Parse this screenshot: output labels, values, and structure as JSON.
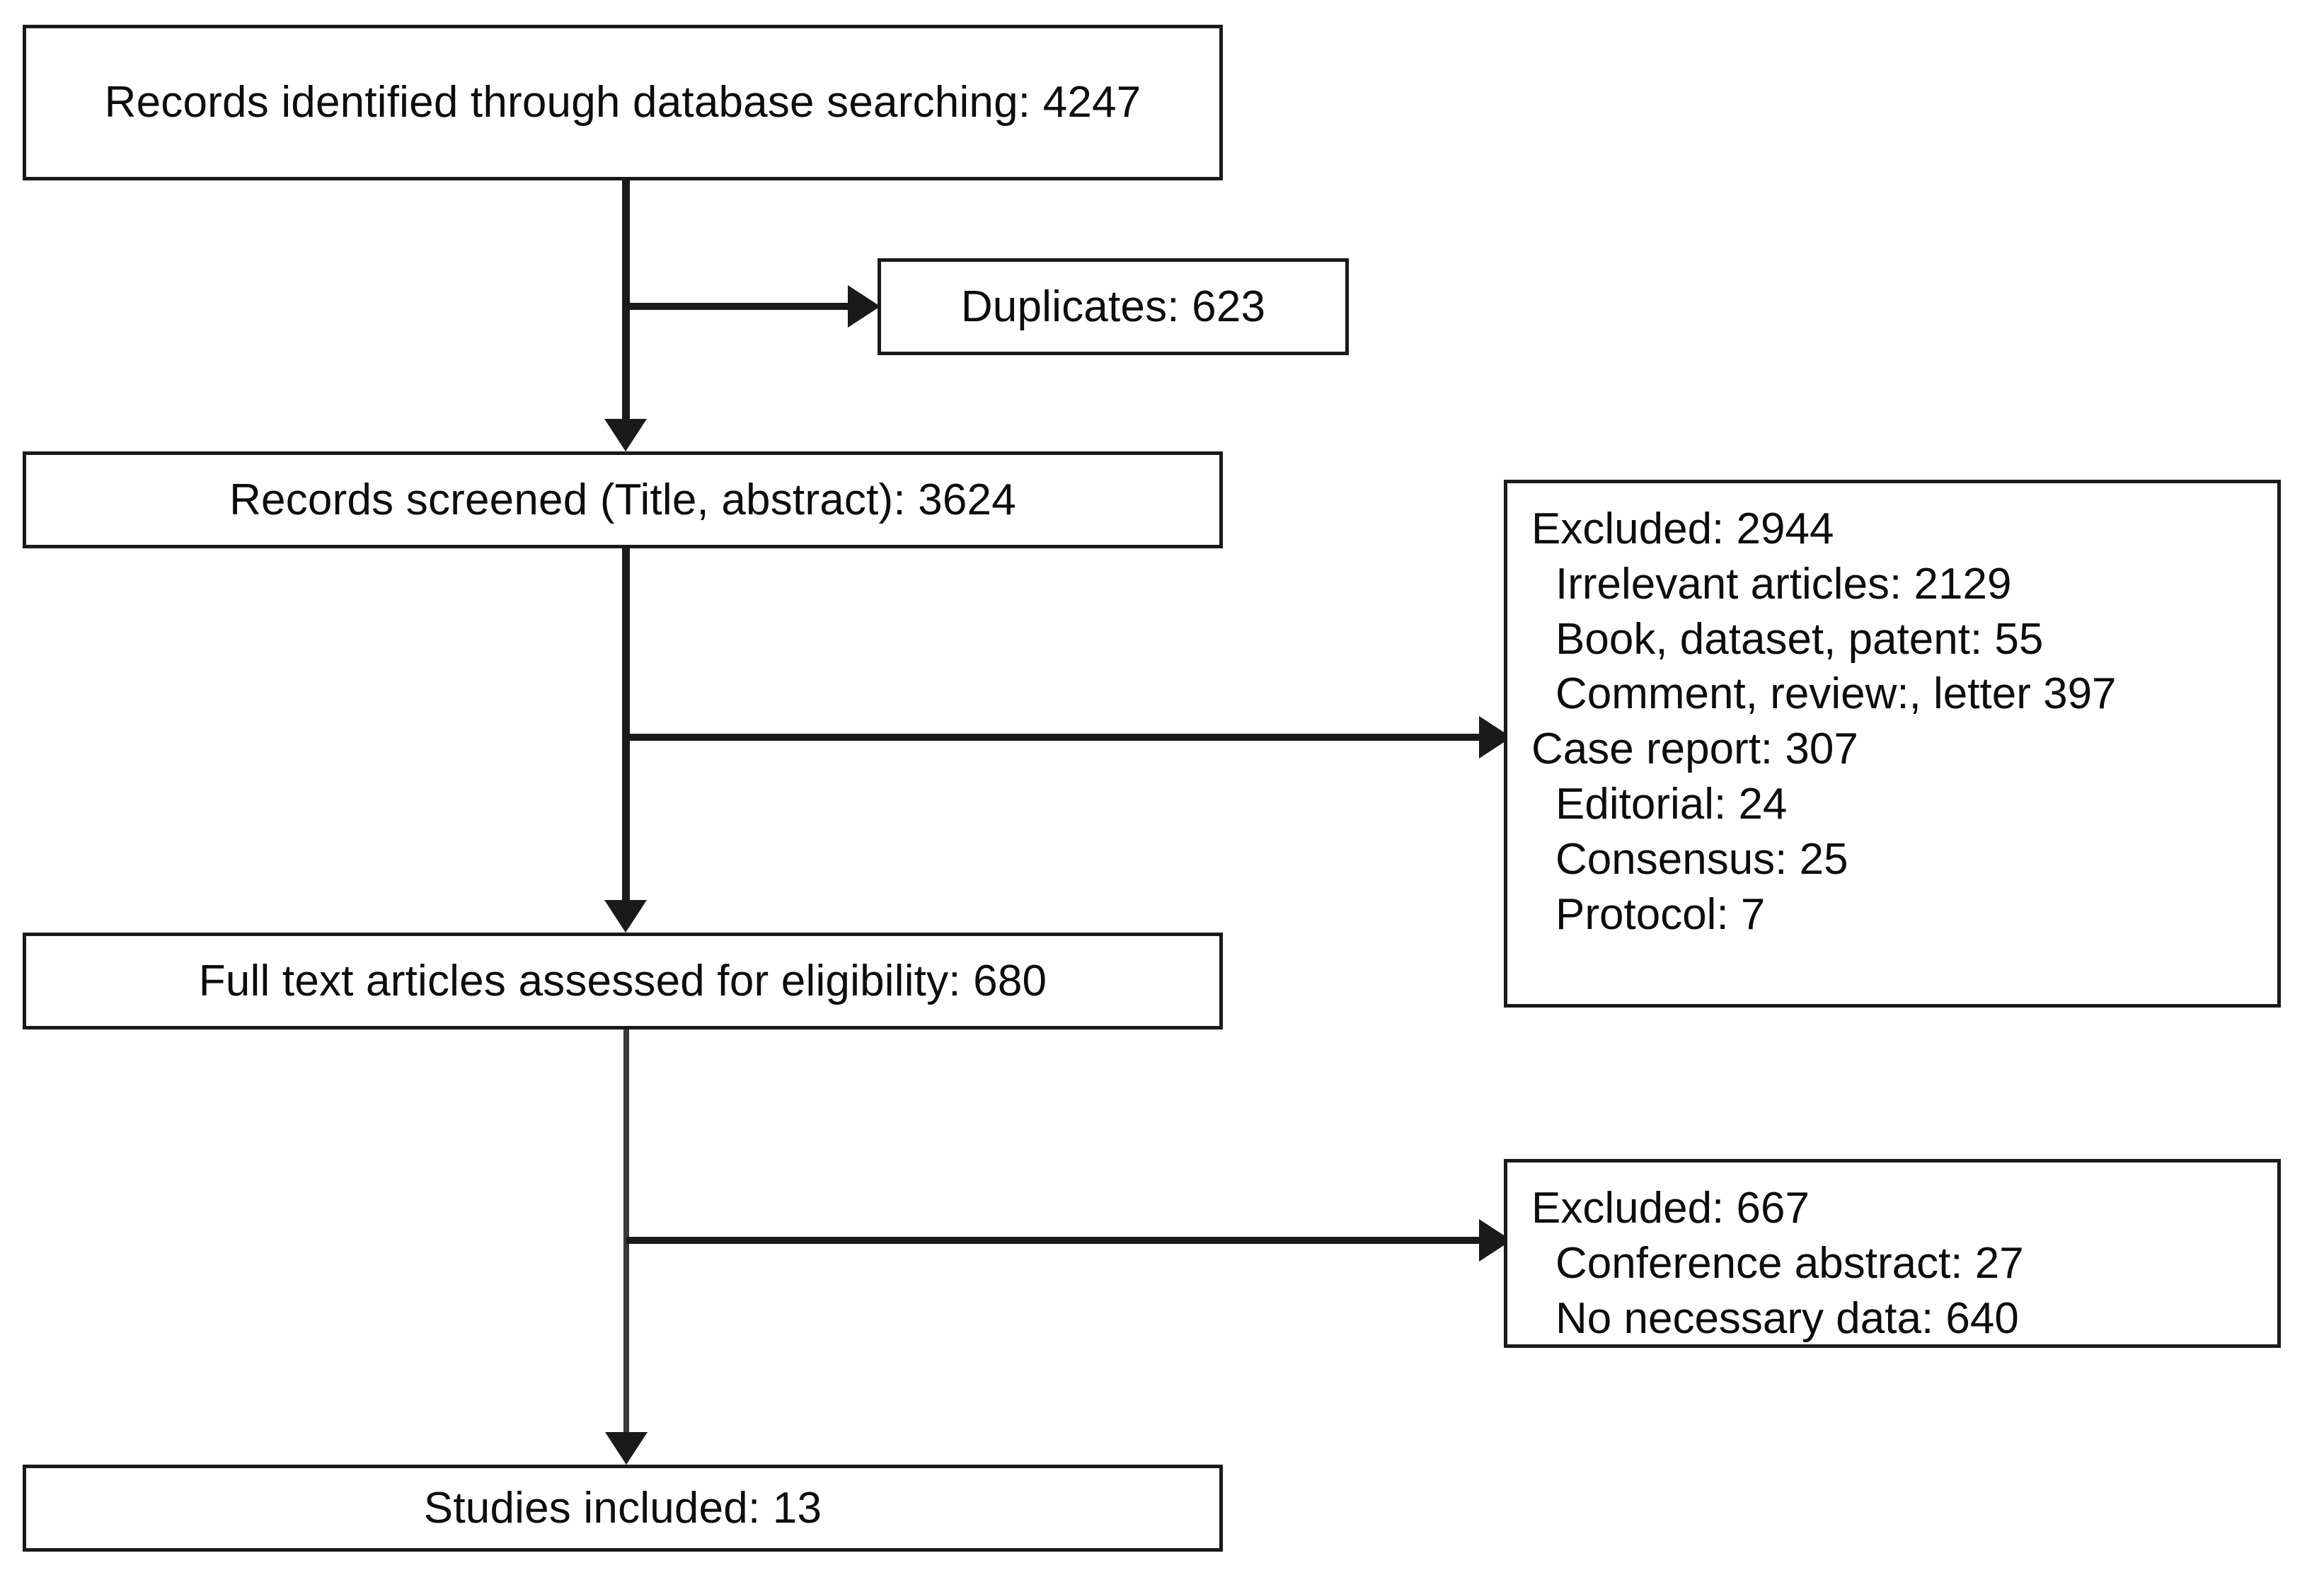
{
  "diagram": {
    "type": "prisma-flow-diagram",
    "nodes": {
      "identified": {
        "label": "Records identified through database searching: 4247",
        "count": 4247
      },
      "duplicates": {
        "label": "Duplicates: 623",
        "count": 623
      },
      "screened": {
        "label": "Records screened (Title, abstract): 3624",
        "count": 3624
      },
      "excluded_screening": {
        "header": "Excluded: 2944",
        "count": 2944,
        "reasons": [
          {
            "label": "Irrelevant articles: 2129",
            "count": 2129,
            "indent": true
          },
          {
            "label": "Book, dataset, patent: 55",
            "count": 55,
            "indent": true
          },
          {
            "label": "Comment, review:, letter 397",
            "count": 397,
            "indent": true
          },
          {
            "label": "Case report: 307",
            "count": 307,
            "indent": false
          },
          {
            "label": "Editorial: 24",
            "count": 24,
            "indent": true
          },
          {
            "label": "Consensus: 25",
            "count": 25,
            "indent": true
          },
          {
            "label": "Protocol: 7",
            "count": 7,
            "indent": true
          }
        ]
      },
      "fulltext": {
        "label": "Full text articles assessed for eligibility: 680",
        "count": 680
      },
      "excluded_fulltext": {
        "header": "Excluded: 667",
        "count": 667,
        "reasons": [
          {
            "label": "Conference abstract: 27",
            "count": 27,
            "indent": true
          },
          {
            "label": "No necessary data: 640",
            "count": 640,
            "indent": true
          }
        ]
      },
      "included": {
        "label": "Studies included: 13",
        "count": 13
      }
    },
    "colors": {
      "border": "#1a1a1a",
      "text": "#0d0d0d",
      "background": "#ffffff"
    }
  }
}
